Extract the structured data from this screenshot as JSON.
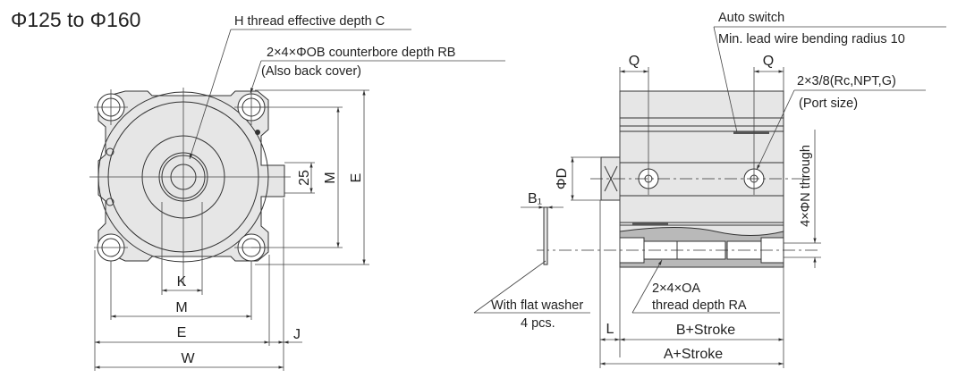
{
  "title": "Φ125 to Φ160",
  "front_view": {
    "callouts": {
      "h_thread": "H thread effective depth C",
      "counterbore": "2×4×ΦOB counterbore depth RB",
      "counterbore_note": "(Also back cover)"
    },
    "dimensions": {
      "port_pitch": "25",
      "m_vertical": "M",
      "e_vertical": "E",
      "k": "K",
      "m_horizontal": "M",
      "e_horizontal": "E",
      "j": "J",
      "w": "W"
    }
  },
  "side_view": {
    "callouts": {
      "auto_switch": "Auto switch",
      "lead_wire": "Min. lead wire bending radius 10",
      "port": "2×3/8(Rc,NPT,G)",
      "port_note": "(Port size)",
      "through_hole": "4×ΦN through",
      "washer": "With flat washer",
      "washer_qty": "4 pcs.",
      "thread_a": "2×4×OA",
      "thread_b": "thread depth RA"
    },
    "dimensions": {
      "q_left": "Q",
      "q_right": "Q",
      "rod_dia": "ΦD",
      "b1": "B₁",
      "l": "L",
      "b_stroke": "B+Stroke",
      "a_stroke": "A+Stroke"
    }
  }
}
